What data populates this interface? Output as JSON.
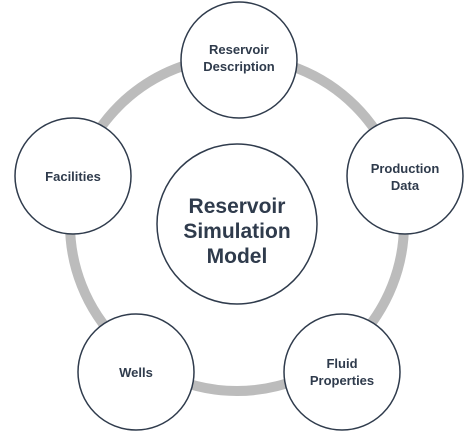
{
  "diagram": {
    "center": {
      "lines": [
        "Reservoir",
        "Simulation",
        "Model"
      ]
    },
    "nodes": [
      {
        "lines": [
          "Reservoir",
          "Description"
        ]
      },
      {
        "lines": [
          "Production",
          "Data"
        ]
      },
      {
        "lines": [
          "Fluid",
          "Properties"
        ]
      },
      {
        "lines": [
          "Wells"
        ]
      },
      {
        "lines": [
          "Facilities"
        ]
      }
    ]
  },
  "colors": {
    "ring": "#bcbcbc",
    "circle_stroke": "#2f3b4c",
    "circle_fill": "#ffffff",
    "text": "#2f3b4c"
  }
}
